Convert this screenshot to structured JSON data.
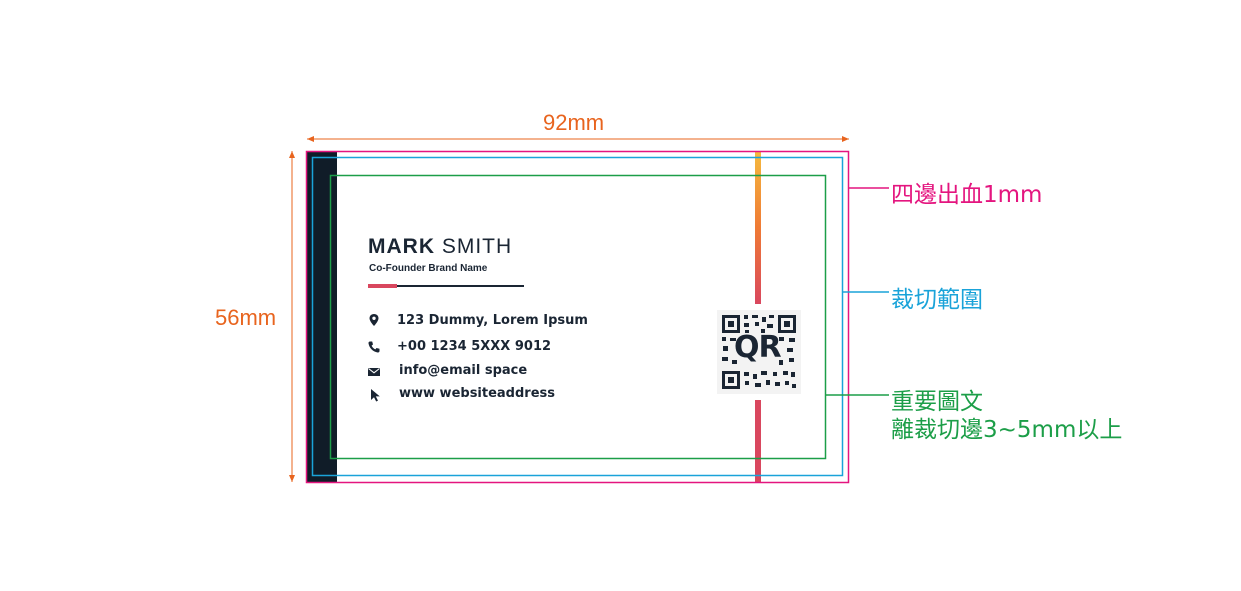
{
  "dimensions": {
    "width_label": "92mm",
    "height_label": "56mm"
  },
  "annotations": {
    "bleed": "四邊出血1mm",
    "trim": "裁切範圍",
    "safe_line1": "重要圖文",
    "safe_line2": "離裁切邊3~5mm以上"
  },
  "card": {
    "first_name": "MARK",
    "last_name": "SMITH",
    "subtitle": "Co-Founder Brand Name",
    "address": "123 Dummy, Lorem Ipsum",
    "phone": "+00 1234 5XXX 9012",
    "email": "info@email space",
    "website": "www websiteaddress",
    "qr_label": "QR"
  },
  "colors": {
    "dimension": "#e8641e",
    "bleed": "#e4157f",
    "trim": "#1aa3d9",
    "safe": "#1c9e48",
    "card_dark": "#101c28",
    "accent": "#d9475e"
  }
}
